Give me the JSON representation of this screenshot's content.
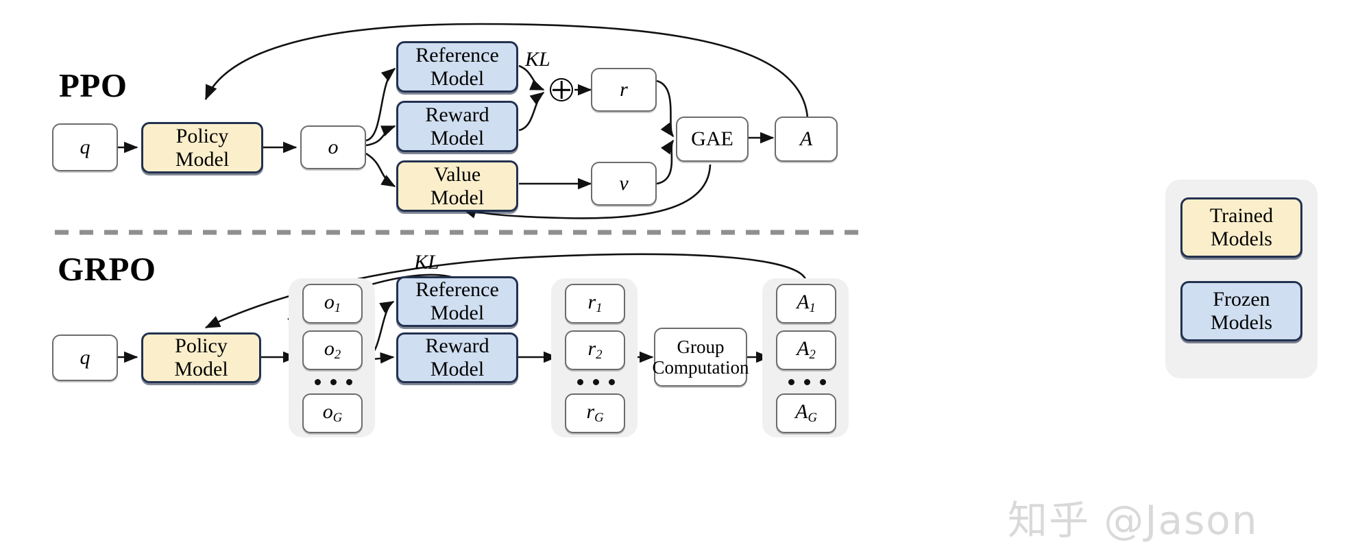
{
  "sections": {
    "ppo": {
      "title": "PPO",
      "nodes": {
        "q": "q",
        "policy_model": [
          "Policy",
          "Model"
        ],
        "o": "o",
        "reference_model": [
          "Reference",
          "Model"
        ],
        "reward_model": [
          "Reward",
          "Model"
        ],
        "value_model": [
          "Value",
          "Model"
        ],
        "r": "r",
        "v": "v",
        "gae": "GAE",
        "a": "A"
      },
      "edge_labels": {
        "kl": "KL"
      },
      "operators": {
        "plus": "oplus"
      }
    },
    "grpo": {
      "title": "GRPO",
      "nodes": {
        "q": "q",
        "policy_model": [
          "Policy",
          "Model"
        ],
        "reference_model": [
          "Reference",
          "Model"
        ],
        "reward_model": [
          "Reward",
          "Model"
        ],
        "group_computation": [
          "Group",
          "Computation"
        ]
      },
      "edge_labels": {
        "kl": "KL"
      },
      "groups": {
        "outputs": {
          "items": [
            "o",
            "o",
            "o"
          ],
          "subs": [
            "1",
            "2",
            "G"
          ]
        },
        "rewards": {
          "items": [
            "r",
            "r",
            "r"
          ],
          "subs": [
            "1",
            "2",
            "G"
          ]
        },
        "advantages": {
          "items": [
            "A",
            "A",
            "A"
          ],
          "subs": [
            "1",
            "2",
            "G"
          ]
        }
      }
    }
  },
  "legend": {
    "items": [
      {
        "label": [
          "Trained",
          "Models"
        ],
        "kind": "trained",
        "color": "#FBEFCB"
      },
      {
        "label": [
          "Frozen",
          "Models"
        ],
        "kind": "frozen",
        "color": "#CFDEF0"
      }
    ]
  },
  "watermark": {
    "text": "知乎 @Jason"
  },
  "colors": {
    "trained_fill": "#FBEFCB",
    "frozen_fill": "#CFDEF0",
    "model_border": "#22314f",
    "plain_border": "#6b6b6b",
    "group_bg": "#f0f0f0",
    "divider": "#8f8f8f",
    "watermark": "#d9d9d9"
  }
}
